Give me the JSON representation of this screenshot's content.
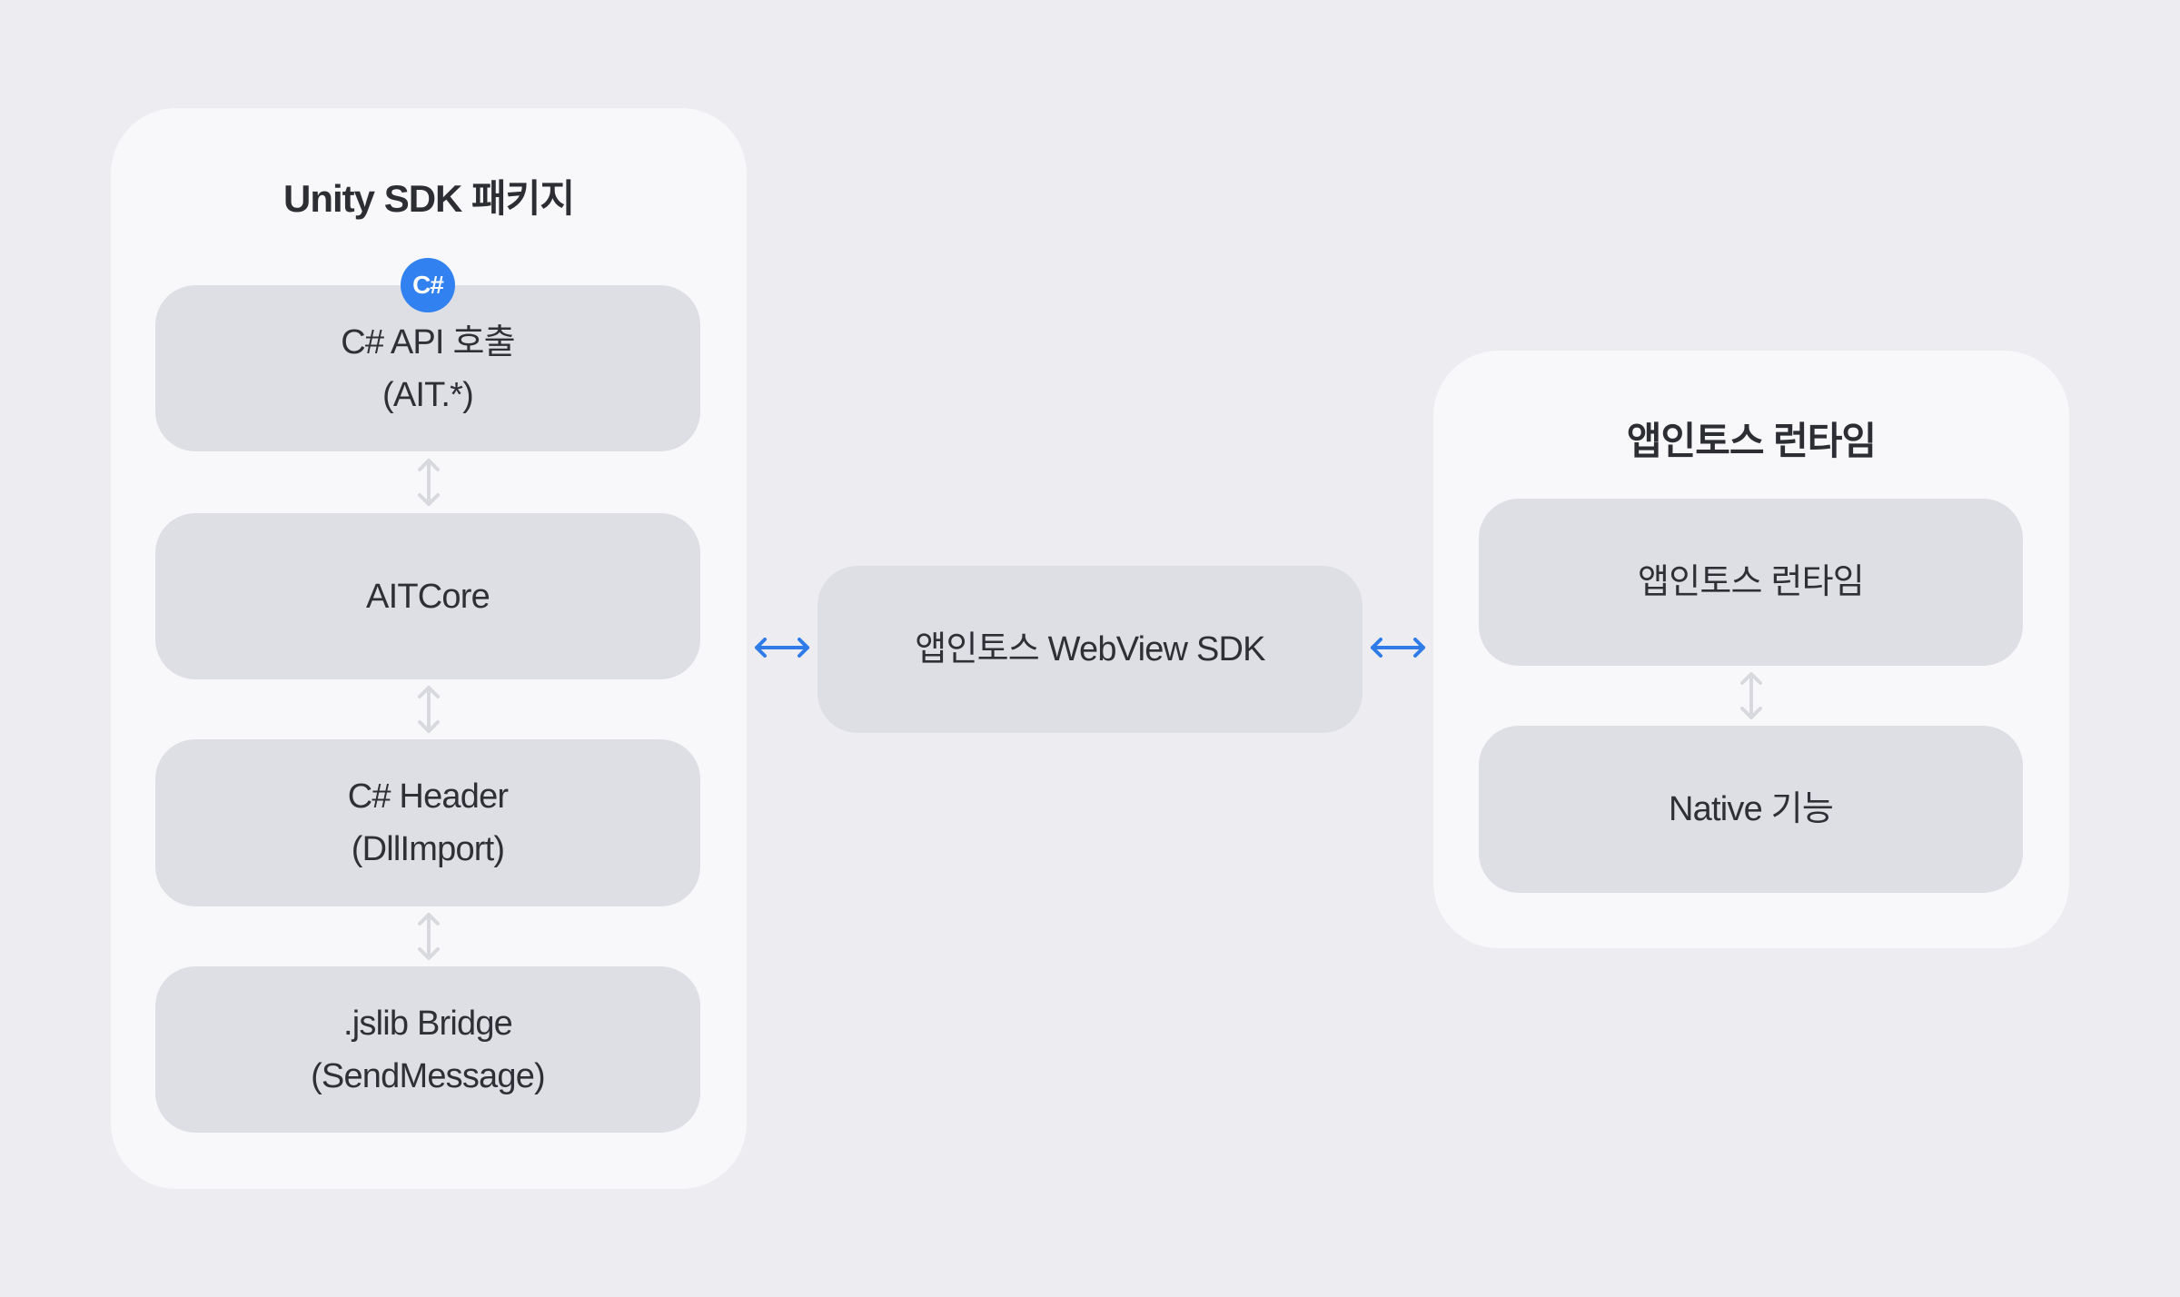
{
  "diagram": {
    "unity_panel": {
      "title": "Unity SDK 패키지",
      "badge": {
        "label": "C#",
        "icon": "csharp-logo-icon",
        "color": "#3182f0"
      },
      "boxes": [
        {
          "line1": "C# API 호출",
          "line2": "(AIT.*)"
        },
        {
          "line1": "AITCore",
          "line2": ""
        },
        {
          "line1": "C# Header",
          "line2": "(DllImport)"
        },
        {
          "line1": ".jslib Bridge",
          "line2": "(SendMessage)"
        }
      ],
      "connector_icon": "bidirectional-vertical-arrow-icon"
    },
    "middle": {
      "box": {
        "line1": "앱인토스 WebView SDK"
      },
      "connector_icon": "bidirectional-horizontal-arrow-icon",
      "connector_color": "#2f7be8"
    },
    "runtime_panel": {
      "title": "앱인토스 런타임",
      "boxes": [
        {
          "line1": "앱인토스 런타임"
        },
        {
          "line1": "Native 기능"
        }
      ]
    },
    "colors": {
      "background": "#ededf1",
      "panel": "#f8f8fa",
      "box": "#dedfe5",
      "text": "#2e3036",
      "vertical_arrow": "#d8d9de",
      "horizontal_arrow": "#2f7be8"
    }
  }
}
